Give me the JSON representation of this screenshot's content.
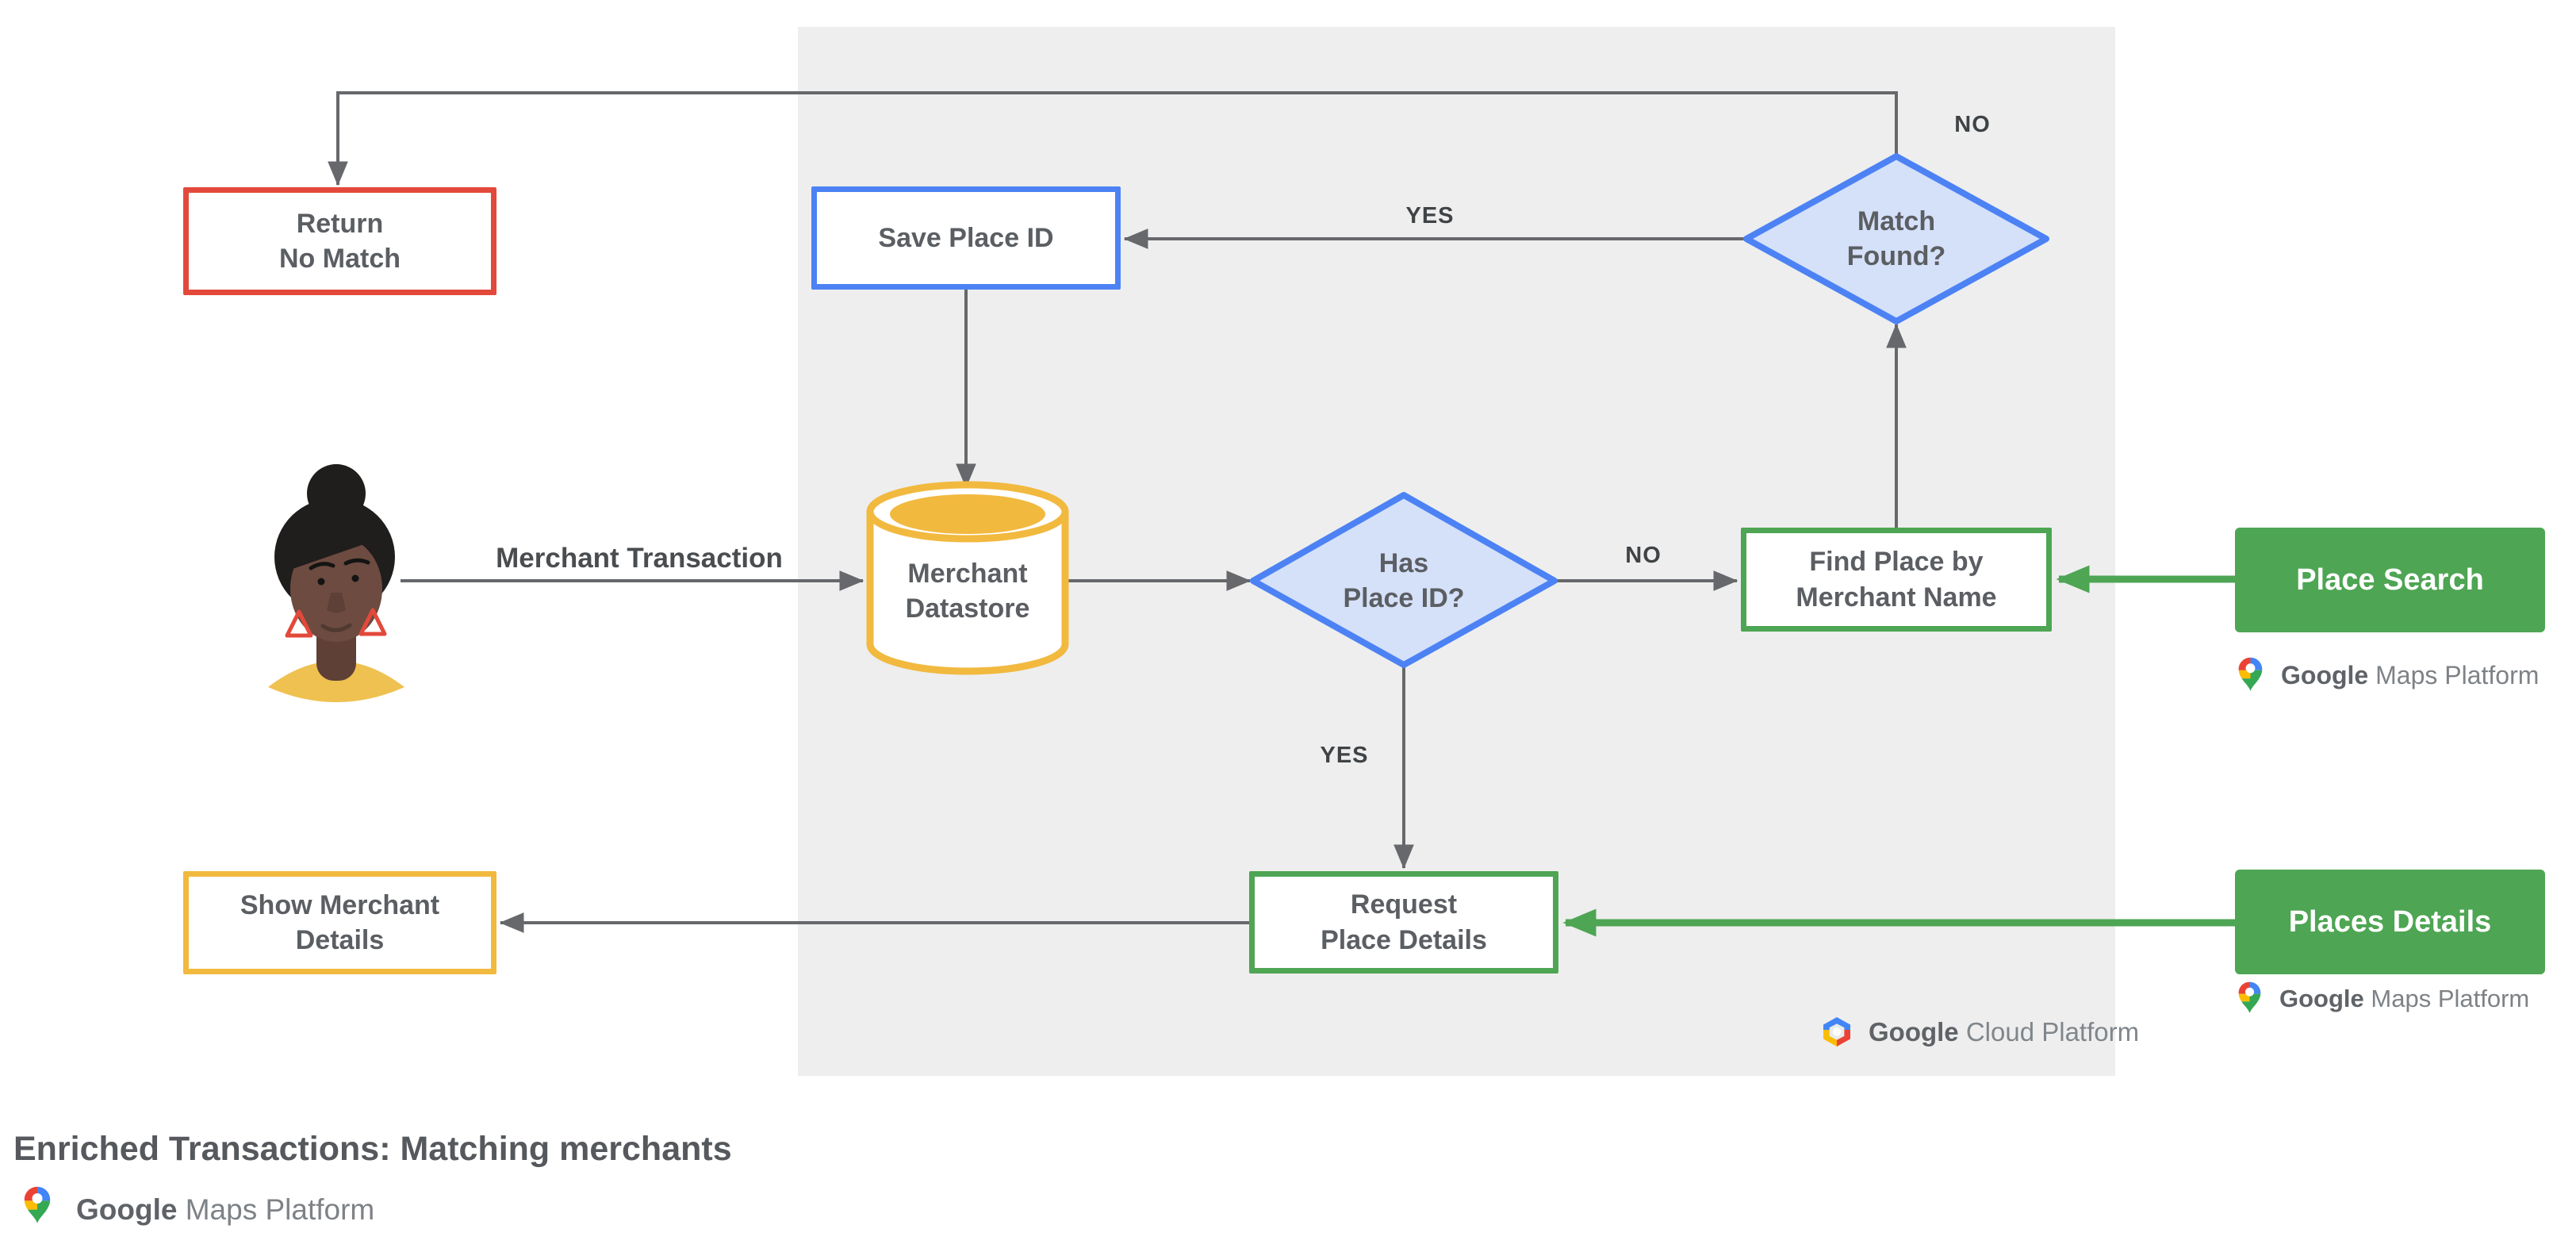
{
  "diagram": {
    "title": "Enriched Transactions: Matching merchants",
    "nodes": {
      "return_no_match": {
        "label": "Return\nNo Match",
        "border_color": "#E3493A"
      },
      "save_place_id": {
        "label": "Save Place ID",
        "border_color": "#4C82F4"
      },
      "merchant_datastore": {
        "label": "Merchant\nDatastore",
        "border_color": "#F2B93F"
      },
      "has_place_id": {
        "label": "Has\nPlace ID?",
        "border_color": "#4C82F4",
        "fill": "#D5E0F9"
      },
      "match_found": {
        "label": "Match\nFound?",
        "border_color": "#4C82F4",
        "fill": "#D5E0F9"
      },
      "find_place_by_merchant_name": {
        "label": "Find Place by\nMerchant Name",
        "border_color": "#4EA553"
      },
      "request_place_details": {
        "label": "Request\nPlace Details",
        "border_color": "#4EA553"
      },
      "show_merchant_details": {
        "label": "Show Merchant\nDetails",
        "border_color": "#F2B93F"
      }
    },
    "api_cards": [
      {
        "label": "Place Search",
        "fill": "#4EA553"
      },
      {
        "label": "Places Details",
        "fill": "#4EA553"
      }
    ],
    "edge_labels": {
      "merchant_transaction": "Merchant Transaction",
      "yes_to_save": "YES",
      "no_to_return": "NO",
      "no_to_find": "NO",
      "yes_to_request": "YES"
    },
    "logos": {
      "google": "Google",
      "maps_platform": "Maps Platform",
      "cloud_platform": "Cloud Platform"
    },
    "colors": {
      "panel_background": "#EEEEEE",
      "arrow_gray": "#66686B",
      "arrow_green": "#4EA553",
      "diamond_fill": "#D5E0F9",
      "node_text": "#5B5E62",
      "title_text": "#55585C"
    }
  }
}
